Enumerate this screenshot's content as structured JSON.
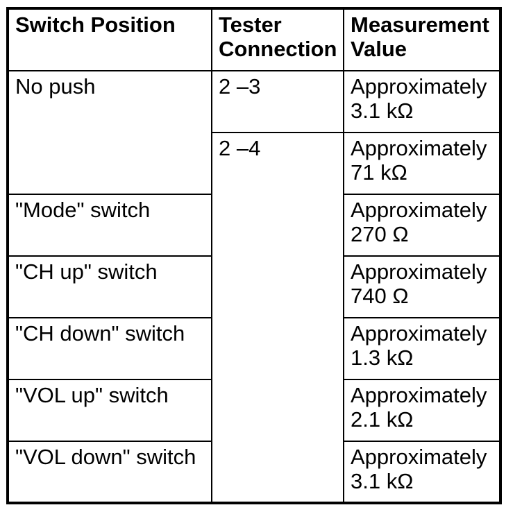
{
  "page_background": "#ffffff",
  "table": {
    "text_color": "#000000",
    "border_color": "#000000",
    "headers": [
      "Switch Position",
      "Tester Connection",
      "Measurement Value"
    ],
    "rows": [
      {
        "switch_position": "No push",
        "tester_connection": "2 –3",
        "measurement_value": "Approximately 3.1 kΩ"
      },
      {
        "tester_connection": "2 –4",
        "measurement_value": "Approximately 71 kΩ"
      },
      {
        "switch_position": "\"Mode\" switch",
        "measurement_value": "Approximately 270 Ω"
      },
      {
        "switch_position": "\"CH up\" switch",
        "measurement_value": "Approximately 740 Ω"
      },
      {
        "switch_position": "\"CH down\" switch",
        "measurement_value": "Approximately 1.3 kΩ"
      },
      {
        "switch_position": "\"VOL up\" switch",
        "measurement_value": "Approximately 2.1 kΩ"
      },
      {
        "switch_position": "\"VOL down\" switch",
        "measurement_value": "Approximately 3.1 kΩ"
      }
    ]
  }
}
